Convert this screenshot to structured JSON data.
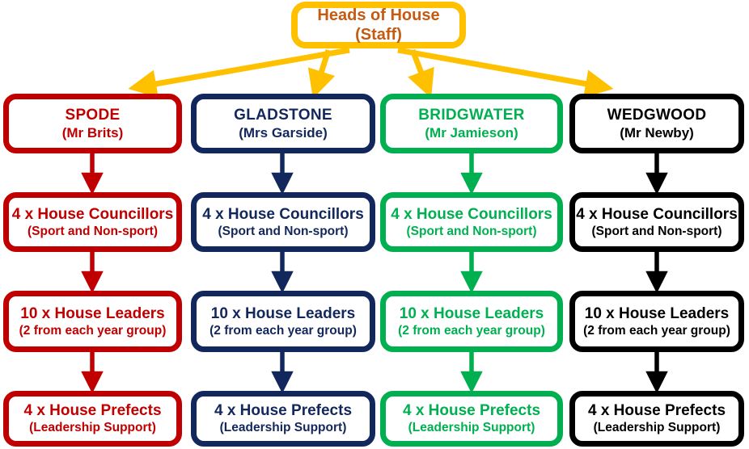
{
  "diagram": {
    "title_box": {
      "line1": "Heads of House",
      "line2": "(Staff)",
      "border_color": "#FFC000",
      "text_color": "#C55A11"
    },
    "connector_color": "#FFC000",
    "columns": [
      {
        "id": "spode",
        "color": "#C00000",
        "header": {
          "line1": "SPODE",
          "line2": "(Mr Brits)"
        },
        "boxes": [
          {
            "line1": "4 x House Councillors",
            "line2": "(Sport and Non-sport)"
          },
          {
            "line1": "10 x House Leaders",
            "line2": "(2 from each year group)"
          },
          {
            "line1": "4 x House Prefects",
            "line2": "(Leadership Support)"
          }
        ]
      },
      {
        "id": "gladstone",
        "color": "#12275B",
        "header": {
          "line1": "GLADSTONE",
          "line2": "(Mrs Garside)"
        },
        "boxes": [
          {
            "line1": "4 x House Councillors",
            "line2": "(Sport and Non-sport)"
          },
          {
            "line1": "10 x House Leaders",
            "line2": "(2 from each year group)"
          },
          {
            "line1": "4 x House Prefects",
            "line2": "(Leadership Support)"
          }
        ]
      },
      {
        "id": "bridgwater",
        "color": "#00B050",
        "header": {
          "line1": "BRIDGWATER",
          "line2": "(Mr Jamieson)"
        },
        "boxes": [
          {
            "line1": "4 x House Councillors",
            "line2": "(Sport and Non-sport)"
          },
          {
            "line1": "10 x House Leaders",
            "line2": "(2 from each year group)"
          },
          {
            "line1": "4 x House Prefects",
            "line2": "(Leadership Support)"
          }
        ]
      },
      {
        "id": "wedgwood",
        "color": "#000000",
        "header": {
          "line1": "WEDGWOOD",
          "line2": "(Mr Newby)"
        },
        "boxes": [
          {
            "line1": "4 x House Councillors",
            "line2": "(Sport and Non-sport)"
          },
          {
            "line1": "10 x House Leaders",
            "line2": "(2 from each year group)"
          },
          {
            "line1": "4 x House Prefects",
            "line2": "(Leadership Support)"
          }
        ]
      }
    ]
  }
}
